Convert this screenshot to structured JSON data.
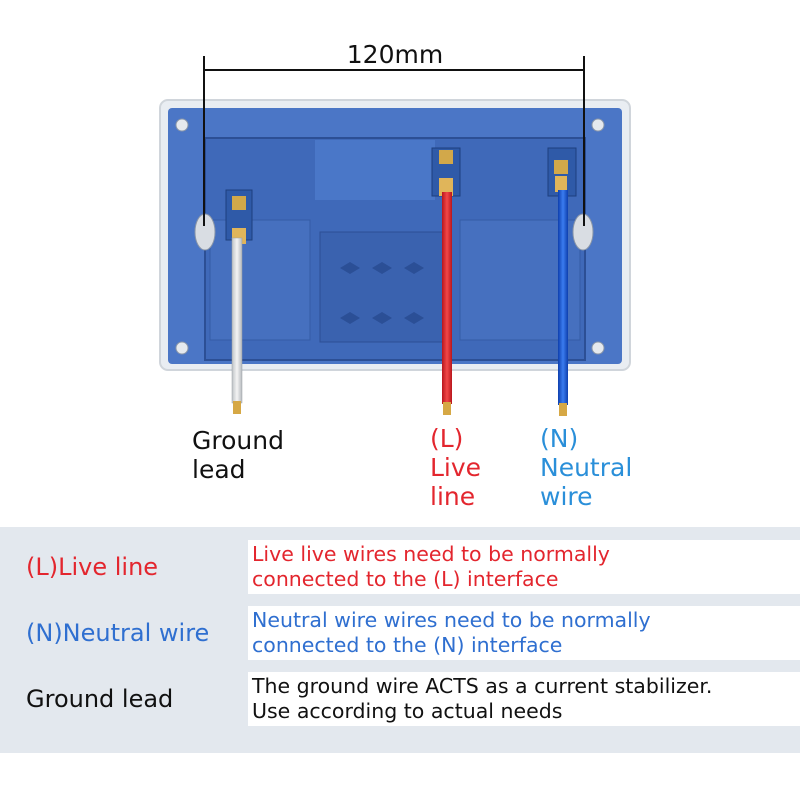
{
  "dimension_label": "120mm",
  "wire_labels": {
    "ground": [
      "Ground",
      "lead"
    ],
    "live": [
      "(L)",
      "Live",
      "line"
    ],
    "neutral": [
      "(N)",
      "Neutral",
      "wire"
    ]
  },
  "colors": {
    "live": "#e3262e",
    "neutral": "#2a8fd9",
    "ground": "#111111",
    "socket_blue": "#3f6fc4",
    "table_bg": "#e3e8ee"
  },
  "legend": [
    {
      "name": "(L)Live line",
      "desc": [
        "Live live wires need to be normally",
        "connected to the (L) interface"
      ]
    },
    {
      "name": "(N)Neutral wire",
      "desc": [
        "Neutral wire wires need to be normally",
        "connected to the (N) interface"
      ]
    },
    {
      "name": "Ground lead",
      "desc": [
        "The ground wire ACTS as a current stabilizer.",
        "Use according to actual needs"
      ]
    }
  ]
}
